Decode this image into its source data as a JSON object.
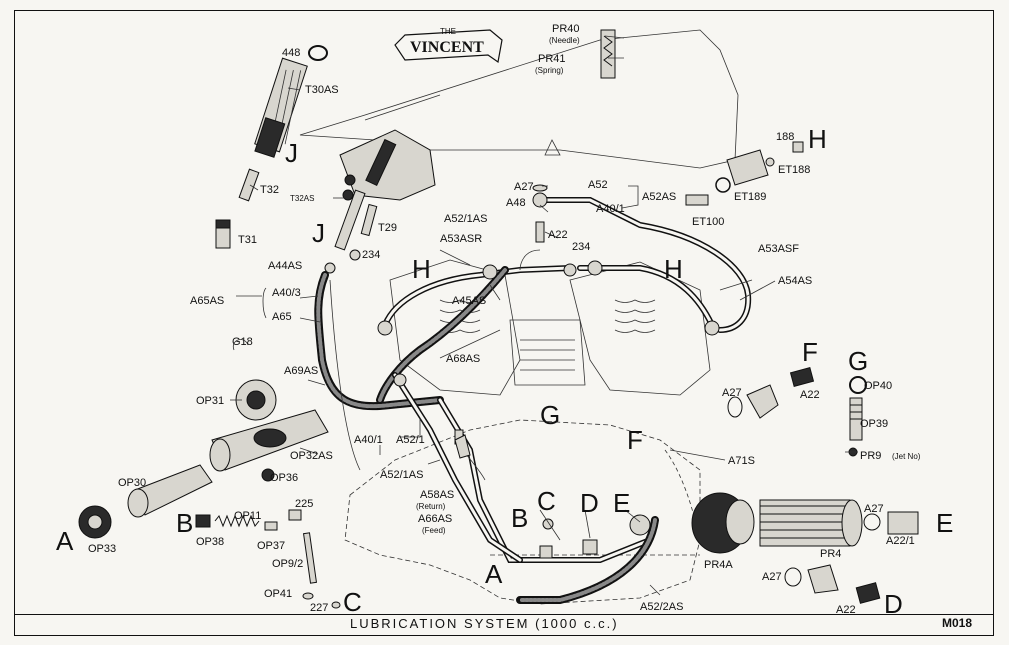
{
  "brand": {
    "pre": "THE",
    "name": "VINCENT"
  },
  "caption": "LUBRICATION   SYSTEM  (1000 c.c.)",
  "drawing_number": "M018",
  "view_letters": {
    "A1": "A",
    "B1": "B",
    "C1": "C",
    "A2": "A",
    "B2": "B",
    "C2": "C",
    "D1": "D",
    "E1": "E",
    "E2": "E",
    "D2": "D",
    "F1": "F",
    "F2": "F",
    "G1": "G",
    "G2": "G",
    "H1": "H",
    "H2": "H",
    "H3": "H",
    "J1": "J",
    "J2": "J"
  },
  "labels": {
    "p448": "448",
    "t30as": "T30AS",
    "t32": "T32",
    "t32as": "T32AS",
    "t31": "T31",
    "t29": "T29",
    "a44as": "A44AS",
    "p234a": "234",
    "a65as": "A65AS",
    "a40_3": "A40/3",
    "a65": "A65",
    "g18": "G18",
    "a69as": "A69AS",
    "op31": "OP31",
    "op32as": "OP32AS",
    "op36": "OP36",
    "op30": "OP30",
    "op33": "OP33",
    "op38": "OP38",
    "op11": "OP11",
    "op37": "OP37",
    "p225": "225",
    "op9_2": "OP9/2",
    "op41": "OP41",
    "p227": "227",
    "pr40": "PR40",
    "pr40_sub": "(Needle)",
    "pr41": "PR41",
    "pr41_sub": "(Spring)",
    "a27a": "A27",
    "a48": "A48",
    "a52": "A52",
    "a52as": "A52AS",
    "a40_1a": "A40/1",
    "a22a": "A22",
    "p234b": "234",
    "a52_1as_top": "A52/1AS",
    "a53asr": "A53ASR",
    "a45as": "A45AS",
    "a53asf": "A53ASF",
    "a54as": "A54AS",
    "a68as": "A68AS",
    "p188": "188",
    "et188": "ET188",
    "et189": "ET189",
    "et100": "ET100",
    "a40_1b": "A40/1",
    "a52_1": "A52/1",
    "a52_1as": "A52/1AS",
    "a58as": "A58AS",
    "return": "(Return)",
    "a66as": "A66AS",
    "feed": "(Feed)",
    "a27b": "A27",
    "a22b": "A22",
    "op40": "OP40",
    "op39": "OP39",
    "pr9": "PR9",
    "jet": "(Jet No)",
    "a71s": "A71S",
    "a27c": "A27",
    "a22_1": "A22/1",
    "pr4": "PR4",
    "pr4a": "PR4A",
    "a27d": "A27",
    "a22c": "A22",
    "a52_2as": "A52/2AS"
  }
}
